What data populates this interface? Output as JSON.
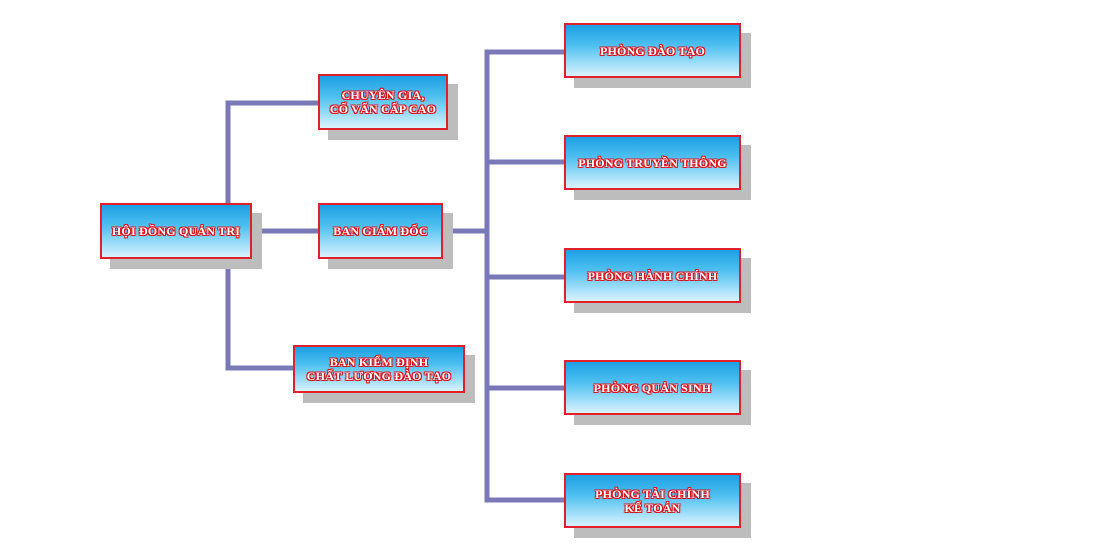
{
  "colors": {
    "connector": "#7a79b8",
    "box_border": "#e0202a",
    "box_fill_top": "#1d9fe3",
    "box_fill_bottom": "#d9f3fe",
    "text": "#ffffff",
    "text_outline": "#d9141e",
    "shadow": "#bdbdbd"
  },
  "nodes": {
    "board": {
      "label": "HỘI ĐỒNG QUẢN TRỊ"
    },
    "advisors": {
      "line1": "CHUYÊN GIA,",
      "line2": "CỐ VẤN CẤP CAO"
    },
    "directors": {
      "label": "BAN GIÁM ĐỐC"
    },
    "quality": {
      "line1": "BAN KIỂM ĐỊNH",
      "line2": "CHẤT LƯỢNG ĐÀO TẠO"
    },
    "training": {
      "label": "PHÒNG ĐÀO TẠO"
    },
    "media": {
      "label": "PHÒNG TRUYỀN THÔNG"
    },
    "admin": {
      "label": "PHÒNG HÀNH CHÍNH"
    },
    "student": {
      "label": "PHÒNG QUẢN SINH"
    },
    "finance": {
      "line1": "PHÒNG TÀI CHÍNH",
      "line2": "KẾ TOÁN"
    }
  }
}
